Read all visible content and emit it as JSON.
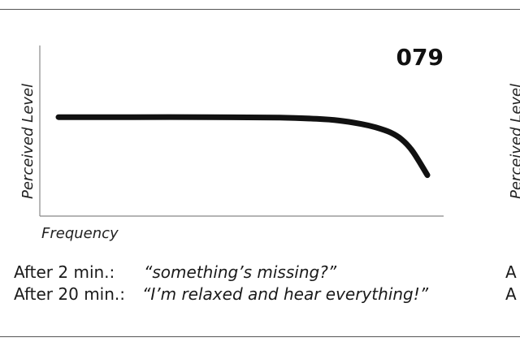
{
  "chart_data": {
    "type": "line",
    "label": "079",
    "xlabel": "Frequency",
    "ylabel": "Perceived Level",
    "xlim": [
      0,
      1
    ],
    "ylim": [
      0,
      1
    ],
    "grid": false,
    "series": [
      {
        "x": [
          0.0,
          0.2,
          0.4,
          0.6,
          0.7,
          0.76,
          0.82,
          0.86,
          0.9,
          0.93,
          0.96,
          1.0
        ],
        "y": [
          0.58,
          0.58,
          0.58,
          0.577,
          0.57,
          0.56,
          0.54,
          0.52,
          0.49,
          0.45,
          0.38,
          0.24
        ]
      }
    ]
  },
  "captions": [
    {
      "lead": "After 2 min.:",
      "quote": "“something’s missing?”"
    },
    {
      "lead": "After 20 min.:",
      "quote": "“I’m relaxed and hear everything!”"
    }
  ],
  "neighbor": {
    "ylabel": "Perceived Level",
    "caption_starts": [
      "A",
      "A"
    ]
  }
}
